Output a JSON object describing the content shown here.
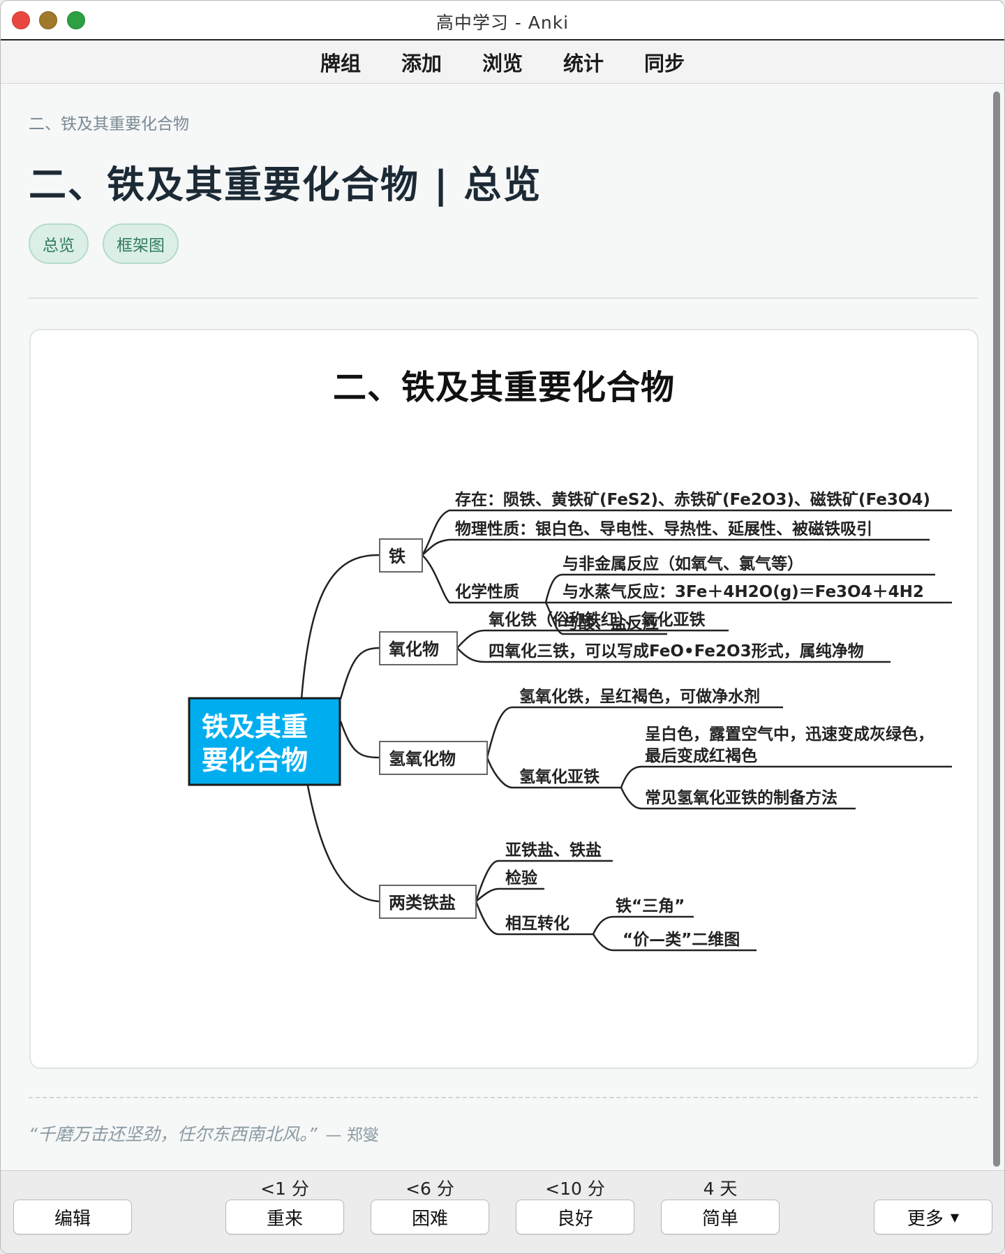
{
  "window": {
    "title": "高中学习 - Anki"
  },
  "menu": {
    "decks": "牌组",
    "add": "添加",
    "browse": "浏览",
    "stats": "统计",
    "sync": "同步"
  },
  "card": {
    "breadcrumb": "二、铁及其重要化合物",
    "title": "二、铁及其重要化合物 | 总览",
    "tags": [
      "总览",
      "框架图"
    ],
    "image_title": "二、铁及其重要化合物"
  },
  "mindmap": {
    "root": [
      "铁及其重",
      "要化合物"
    ],
    "branches": {
      "iron": {
        "label": "铁",
        "existence": "存在：陨铁、黄铁矿(FeS2)、赤铁矿(Fe2O3)、磁铁矿(Fe3O4)",
        "physical": "物理性质：银白色、导电性、导热性、延展性、被磁铁吸引",
        "chemical": "化学性质",
        "chem_items": [
          "与非金属反应（如氧气、氯气等）",
          "与水蒸气反应：3Fe＋4H2O(g)＝Fe3O4＋4H2",
          "与酸、盐反应"
        ]
      },
      "oxides": {
        "label": "氧化物",
        "items": [
          "氧化铁（俗称铁红）、氧化亚铁",
          "四氧化三铁，可以写成FeO•Fe2O3形式，属纯净物"
        ]
      },
      "hydroxides": {
        "label": "氢氧化物",
        "fe3": "氢氧化铁，呈红褐色，可做净水剂",
        "fe2": "氢氧化亚铁",
        "fe2_items": [
          "呈白色，露置空气中，迅速变成灰绿色，",
          "最后变成红褐色",
          "常见氢氧化亚铁的制备方法"
        ]
      },
      "salts": {
        "label": "两类铁盐",
        "items": [
          "亚铁盐、铁盐",
          "检验"
        ],
        "conversion": "相互转化",
        "conv_items": [
          "铁“三角”",
          "“价—类”二维图"
        ]
      }
    },
    "colors": {
      "root_fill": "#00aeef",
      "root_text": "#ffffff"
    }
  },
  "quote": {
    "text": "“千磨万击还坚劲，任尔东西南北风。”",
    "author": "— 郑燮"
  },
  "review": {
    "edit": "编辑",
    "more": "更多",
    "answers": [
      {
        "label": "重来",
        "interval": "<1 分"
      },
      {
        "label": "困难",
        "interval": "<6 分"
      },
      {
        "label": "良好",
        "interval": "<10 分"
      },
      {
        "label": "简单",
        "interval": "4 天"
      }
    ]
  }
}
